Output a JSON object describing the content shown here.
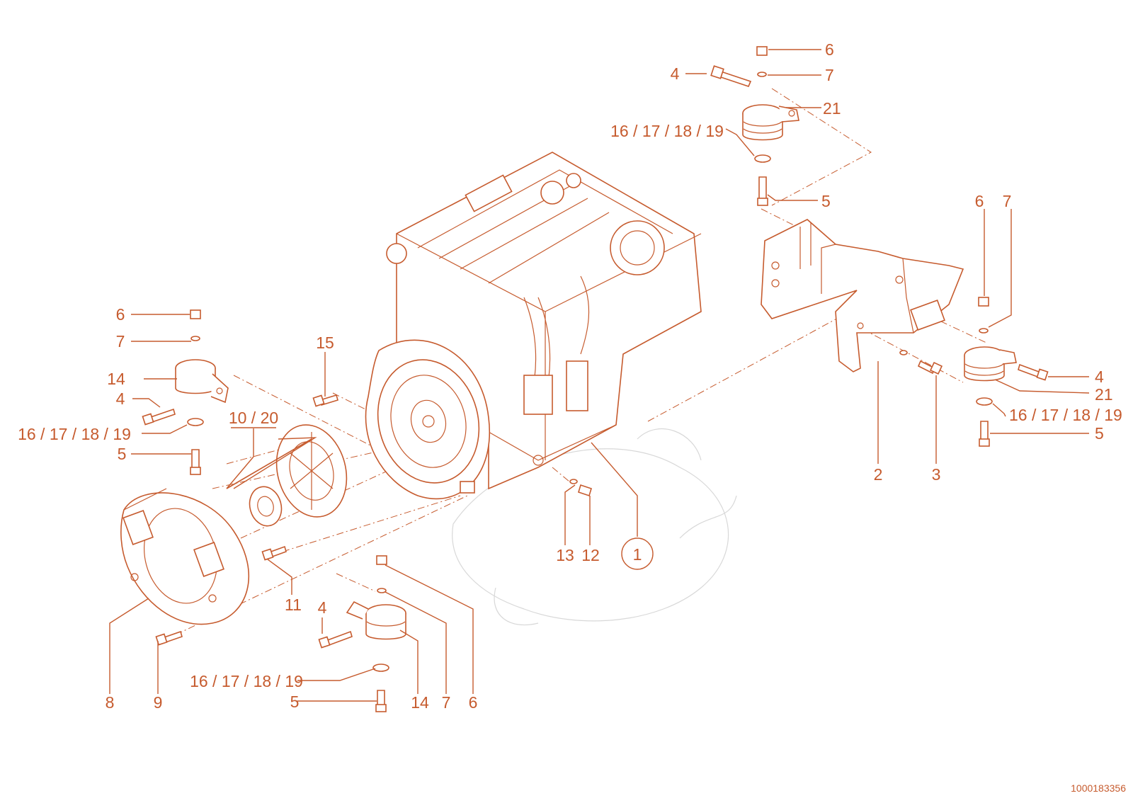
{
  "colors": {
    "line": "#c65b2e",
    "background": "#ffffff",
    "ghost": "#d8d8d8"
  },
  "doc_number": "1000183356",
  "callouts": {
    "tr_6": "6",
    "tr_7": "7",
    "tr_4": "4",
    "tr_21": "21",
    "tr_16": "16 / 17 / 18 / 19",
    "tr_5": "5",
    "r_6": "6",
    "r_7": "7",
    "r_4": "4",
    "r_21": "21",
    "r_16": "16 / 17 / 18 / 19",
    "r_5": "5",
    "r_2": "2",
    "r_3": "3",
    "l_6": "6",
    "l_7": "7",
    "l_14": "14",
    "l_4": "4",
    "l_16": "16 / 17 / 18 / 19",
    "l_5": "5",
    "c_10_20": "10 / 20",
    "c_15": "15",
    "c_11": "11",
    "b_8": "8",
    "b_9": "9",
    "bm_4": "4",
    "bm_16": "16 / 17 / 18 / 19",
    "bm_5": "5",
    "bm_14": "14",
    "bm_7": "7",
    "bm_6": "6",
    "c_13": "13",
    "c_12": "12",
    "c_1": "1"
  }
}
